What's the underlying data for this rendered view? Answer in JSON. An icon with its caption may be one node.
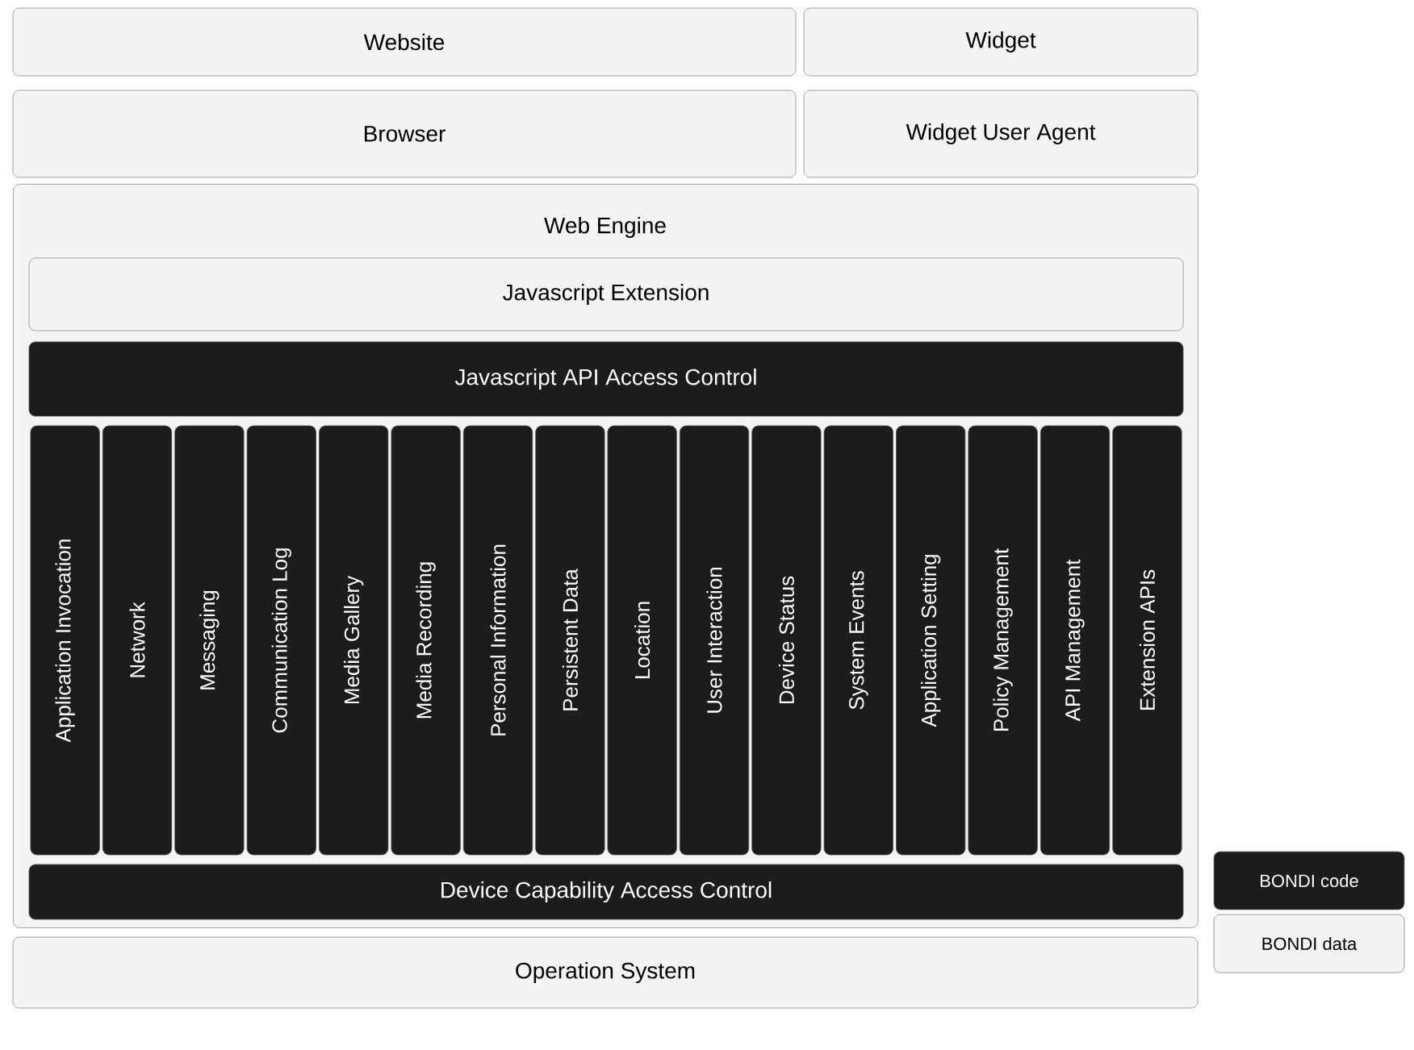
{
  "diagram": {
    "nodes": [
      {
        "text": [
          "Website"
        ]
      },
      {
        "text": [
          "Widget"
        ]
      },
      {
        "text": [
          "Browser"
        ]
      },
      {
        "text": [
          "Widget User Agent"
        ]
      },
      {
        "text": [
          "Web Engine"
        ]
      },
      {
        "text": [
          "Javascript Extension"
        ],
        "in": 4
      },
      {
        "text": [
          "Javascript API Access Control"
        ],
        "in": 4
      },
      {
        "text": [
          "Application Invocation"
        ],
        "in": 4
      },
      {
        "text": [
          "Network"
        ],
        "in": 4
      },
      {
        "text": [
          "Messaging"
        ],
        "in": 4
      },
      {
        "text": [
          "Communication Log"
        ],
        "in": 4
      },
      {
        "text": [
          "Media Gallery"
        ],
        "in": 4
      },
      {
        "text": [
          "Media Recording"
        ],
        "in": 4
      },
      {
        "text": [
          "Personal Information"
        ],
        "in": 4
      },
      {
        "text": [
          "Persistent Data"
        ],
        "in": 4
      },
      {
        "text": [
          "Location"
        ],
        "in": 4
      },
      {
        "text": [
          "User Interaction"
        ],
        "in": 4
      },
      {
        "text": [
          "Device Status"
        ],
        "in": 4
      },
      {
        "text": [
          "System Events"
        ],
        "in": 4
      },
      {
        "text": [
          "Application Setting"
        ],
        "in": 4
      },
      {
        "text": [
          "Policy Management"
        ],
        "in": 4
      },
      {
        "text": [
          "API Management"
        ],
        "in": 4
      },
      {
        "text": [
          "Extension APIs"
        ],
        "in": 4
      },
      {
        "text": [
          "Device Capability Access Control"
        ],
        "in": 4
      },
      {
        "text": [
          "Operation System"
        ]
      }
    ],
    "legend": [
      {
        "text": "BONDI code",
        "color": "#1c1c1c"
      },
      {
        "text": "BONDI data",
        "color": "#f4f4f4"
      }
    ]
  }
}
